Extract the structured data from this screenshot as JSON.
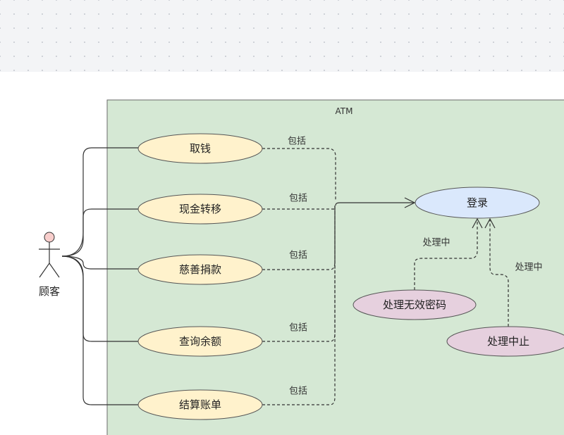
{
  "system": {
    "title": "ATM"
  },
  "actor": {
    "label": "顾客"
  },
  "use_cases": {
    "withdraw": "取钱",
    "transfer": "现金转移",
    "donate": "慈善捐款",
    "balance": "查询余额",
    "pay_bill": "结算账单",
    "login": "登录",
    "invalid_pin": "处理无效密码",
    "abort": "处理中止"
  },
  "relations": {
    "include_withdraw": "包括",
    "include_transfer": "包括",
    "include_donate": "包括",
    "include_balance": "包括",
    "include_pay_bill": "包括",
    "extend_invalid_pin": "处理中",
    "extend_abort": "处理中"
  },
  "colors": {
    "system_fill": "#d5e8d4",
    "use_case_fill": "#fff2cc",
    "use_case_stroke": "#d6b656",
    "login_fill": "#dae8fc",
    "login_stroke": "#6c8ebf",
    "extension_fill": "#e6d0de",
    "extension_stroke": "#996185",
    "actor_head": "#f8cecc"
  }
}
